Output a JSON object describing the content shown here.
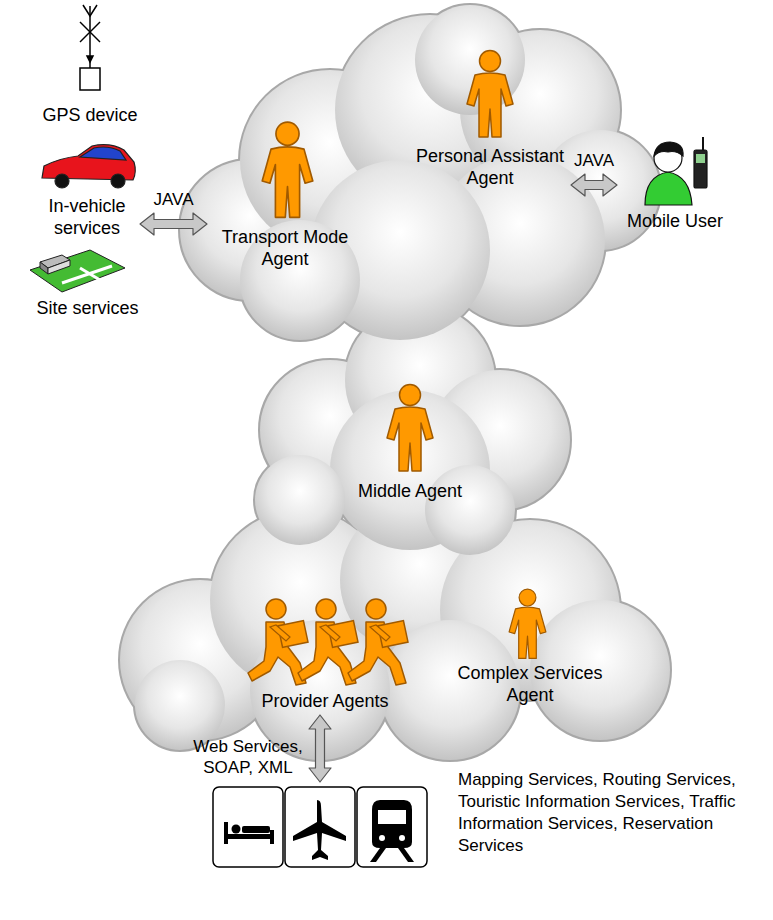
{
  "diagram": {
    "nodes": [
      {
        "text": [
          "GPS device"
        ]
      },
      {
        "text": [
          "In-vehicle services"
        ]
      },
      {
        "text": [
          "Site services"
        ]
      },
      {
        "text": [
          "Personal Assistant Agent"
        ]
      },
      {
        "text": [
          "Mobile User"
        ]
      },
      {
        "text": [
          "Transport Mode Agent"
        ]
      },
      {
        "text": [
          "Middle Agent"
        ]
      },
      {
        "text": [
          "Provider Agents"
        ]
      },
      {
        "text": [
          "Complex Services Agent"
        ]
      },
      {
        "text": [
          "Mapping Services, Routing Services, Touristic Information Services, Traffic Information Services, Reservation Services"
        ]
      }
    ],
    "edges": [
      {
        "from": 1,
        "to": 5,
        "label": "JAVA",
        "arrow": "both"
      },
      {
        "from": 3,
        "to": 4,
        "label": "JAVA",
        "arrow": "both"
      },
      {
        "from": 7,
        "to": 9,
        "label": "Web Services, SOAP, XML",
        "arrow": "both"
      }
    ]
  }
}
